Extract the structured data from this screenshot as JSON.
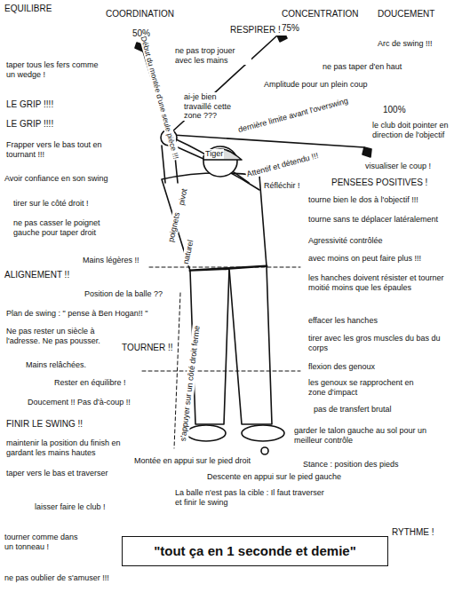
{
  "diagram": {
    "nodes": [
      {
        "text": [
          "\"tout ça en 1 seconde et demie\""
        ]
      }
    ],
    "labels": [
      "EQUILIBRE",
      "COORDINATION",
      "RESPIRER !!!",
      "CONCENTRATION",
      "DOUCEMENT",
      "50%",
      "75%",
      "Arc de swing !!!",
      "ne pas trop jouer avec les mains",
      "ne pas taper d'en haut",
      "taper tous les fers comme un wedge !",
      "Amplitude pour un plein coup",
      "100%",
      "Début du montée d'une seule pièce !!!",
      "ai-je bien travaillé cette zone ???",
      "LE GRIP !!!!",
      "LE GRIP !!!!",
      "dernière limite avant l'overswing",
      "le club doit pointer en direction de l'objectif",
      "Attentif et détendu !!!",
      "Frapper vers le bas tout en tournant !!!",
      "visualiser le coup !",
      "Avoir confiance en son swing",
      "Tiger",
      "Réfléchir !",
      "PENSEES POSITIVES !",
      "pivot",
      "poignets",
      "naturel",
      "tirer sur le côté droit !",
      "tourne bien le dos à l'objectif !!!",
      "ne pas casser le poignet gauche pour taper droit",
      "tourne sans te déplacer latéralement",
      "Agressivité contrôlée",
      "avec moins on peut faire plus !!!",
      "Mains légères !!",
      "ALIGNEMENT !!",
      "les hanches doivent résister et tourner moitié moins que les épaules",
      "Position de la balle ??",
      "Plan de swing : \" pense à Ben Hogan!! \"",
      "effacer les hanches",
      "Ne pas rester un siècle à l'adresse. Ne pas pousser.",
      "tirer avec les gros muscles du bas du corps",
      "TOURNER !!",
      "Mains relâchées.",
      "flexion des genoux",
      "Rester en équilibre !",
      "les genoux se rapprochent en zone d'impact",
      "s'appuyer sur un côté droit ferme",
      "Doucement !! Pas d'à-coup !!",
      "FINIR LE SWING !!",
      "pas de transfert brutal",
      "maintenir la position du finish en gardant les mains hautes",
      "garder le talon gauche au sol pour un meilleur contrôle",
      "taper vers le bas et traverser",
      "Montée en appui sur le pied droit",
      "Stance : position des pieds",
      "Descente en appui sur le pied gauche",
      "La balle n'est pas la cible : Il faut traverser et finir le swing",
      "laisser faire le club !",
      "RYTHME !",
      "tourner comme dans un tonneau !",
      "ne pas oublier de s'amuser !!!"
    ]
  }
}
